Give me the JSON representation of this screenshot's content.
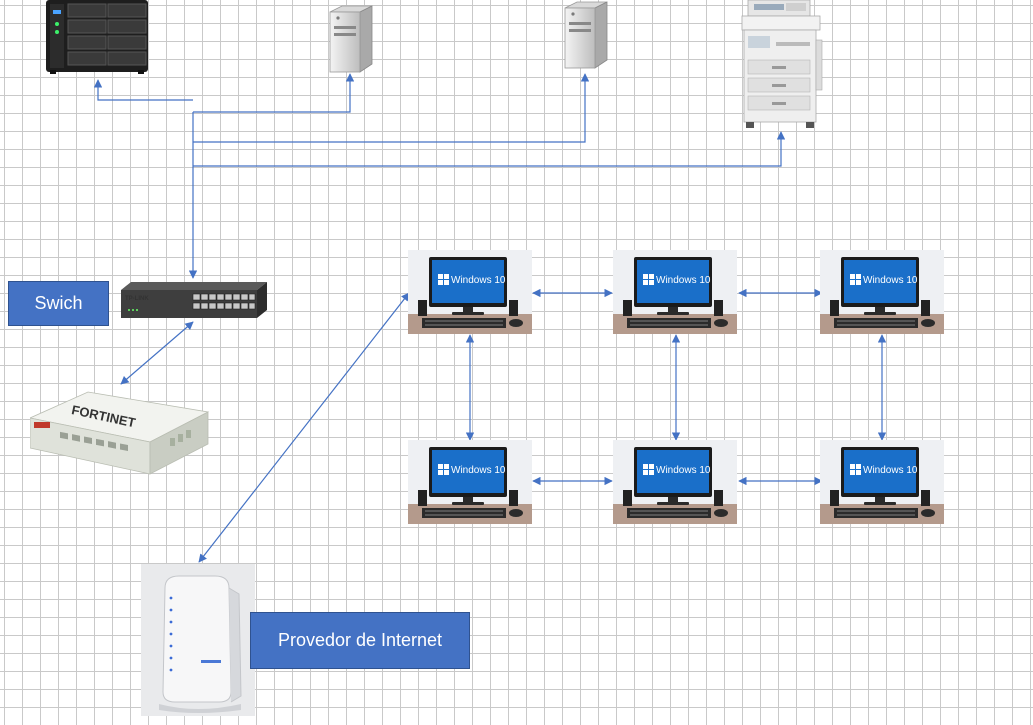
{
  "labels": {
    "switch": "Swich",
    "internet_provider": "Provedor de Internet"
  },
  "devices": {
    "nas": {
      "icon": "nas-icon"
    },
    "server_1": {
      "icon": "server-icon"
    },
    "server_2": {
      "icon": "server-icon"
    },
    "printer": {
      "icon": "printer-icon"
    },
    "switch": {
      "icon": "network-switch-icon",
      "brand": "TP-LINK"
    },
    "firewall": {
      "icon": "firewall-icon",
      "brand": "FORTINET"
    },
    "modem": {
      "icon": "modem-icon"
    }
  },
  "workstations": {
    "icon": "desktop-computer-icon",
    "screen_text": "Windows 10",
    "count": 6
  },
  "colors": {
    "grid": "#c9c9c9",
    "link": "#4472c4",
    "label_bg": "#4472c4",
    "windows_blue": "#1a6fc9"
  }
}
